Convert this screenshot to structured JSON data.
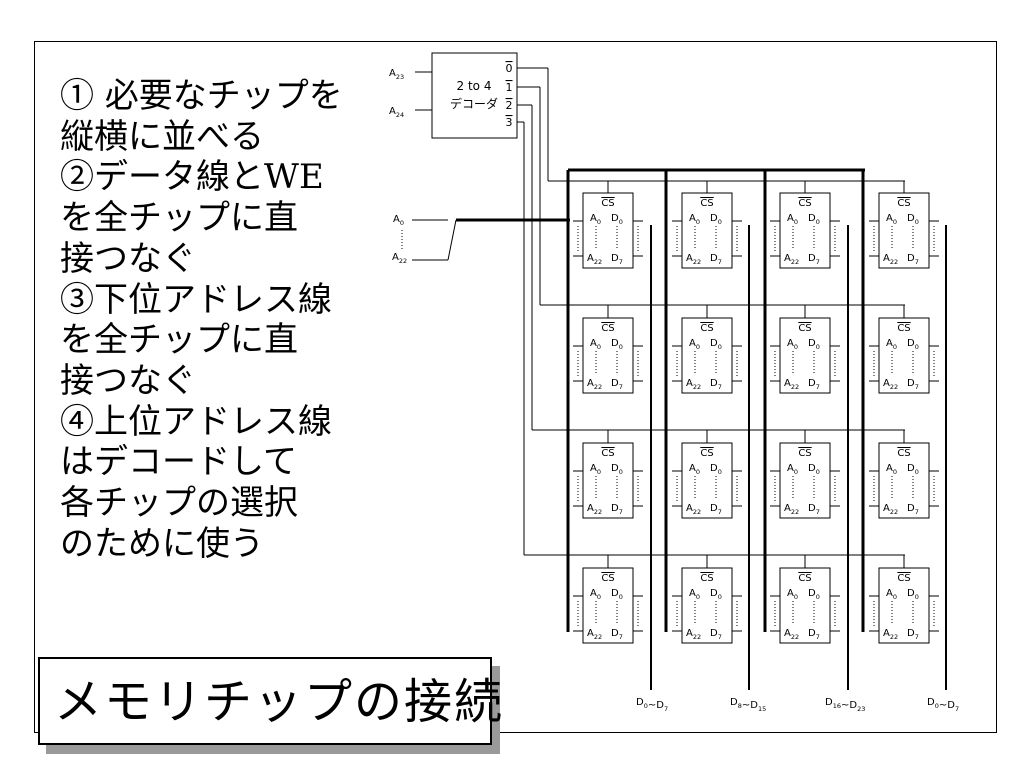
{
  "steps": [
    "① 必要なチップを",
    "縦横に並べる",
    "②データ線とWE",
    "を全チップに直",
    "接つなぐ",
    "③下位アドレス線",
    "を全チップに直",
    "接つなぐ",
    "④上位アドレス線",
    "はデコードして",
    "各チップの選択",
    "のために使う"
  ],
  "title": "メモリチップの接続",
  "decoder": {
    "label_line1": "2 to 4",
    "label_line2": "デコーダ",
    "inputs": [
      {
        "base": "A",
        "sub": "23"
      },
      {
        "base": "A",
        "sub": "24"
      }
    ],
    "outputs": [
      "0",
      "1",
      "2",
      "3"
    ]
  },
  "address_inputs": [
    {
      "base": "A",
      "sub": "0"
    },
    {
      "base": "A",
      "sub": "22"
    }
  ],
  "chip": {
    "cs": "CS",
    "a_top": {
      "base": "A",
      "sub": "0"
    },
    "d_top": {
      "base": "D",
      "sub": "0"
    },
    "a_bottom": {
      "base": "A",
      "sub": "22"
    },
    "d_bottom": {
      "base": "D",
      "sub": "7"
    }
  },
  "data_buses": [
    [
      {
        "base": "D",
        "sub": "0"
      },
      {
        "sep": "~"
      },
      {
        "base": "D",
        "sub": "7"
      }
    ],
    [
      {
        "base": "D",
        "sub": "8"
      },
      {
        "sep": "~"
      },
      {
        "base": "D",
        "sub": "15"
      }
    ],
    [
      {
        "base": "D",
        "sub": "16"
      },
      {
        "sep": "~"
      },
      {
        "base": "D",
        "sub": "23"
      }
    ],
    [
      {
        "base": "D",
        "sub": "0"
      },
      {
        "sep": "~"
      },
      {
        "base": "D",
        "sub": "7"
      }
    ]
  ]
}
